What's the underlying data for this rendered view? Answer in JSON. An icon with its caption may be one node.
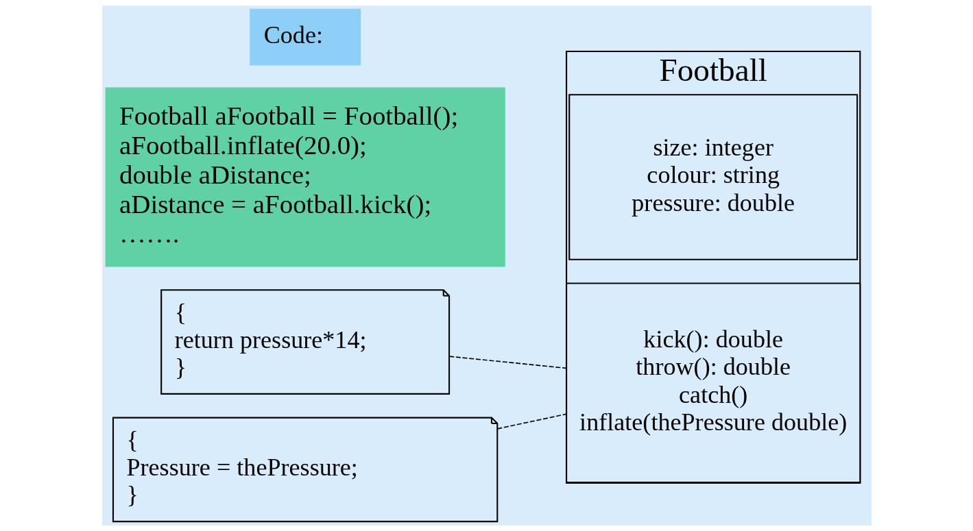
{
  "diagram": {
    "nodes": [
      {
        "text": [
          "Code:"
        ]
      },
      {
        "text": [
          "Football aFootball = Football();",
          "aFootball.inflate(20.0);",
          "double aDistance;",
          "aDistance = aFootball.kick();",
          "……."
        ]
      },
      {
        "text": [
          "Football"
        ]
      },
      {
        "text": [
          "size: integer",
          "colour: string",
          "pressure: double"
        ],
        "in": 2
      },
      {
        "text": [
          "kick(): double",
          "throw(): double",
          "catch()",
          "inflate(thePressure double)"
        ],
        "in": 2
      },
      {
        "text": [
          "{",
          "return pressure*14;",
          "}"
        ]
      },
      {
        "text": [
          "{",
          "Pressure = thePressure;",
          "}"
        ]
      }
    ],
    "edges": [
      {
        "from": 5,
        "to": 4,
        "arrow": "none",
        "style": "dashed"
      },
      {
        "from": 6,
        "to": 4,
        "arrow": "none",
        "style": "dashed"
      }
    ]
  }
}
